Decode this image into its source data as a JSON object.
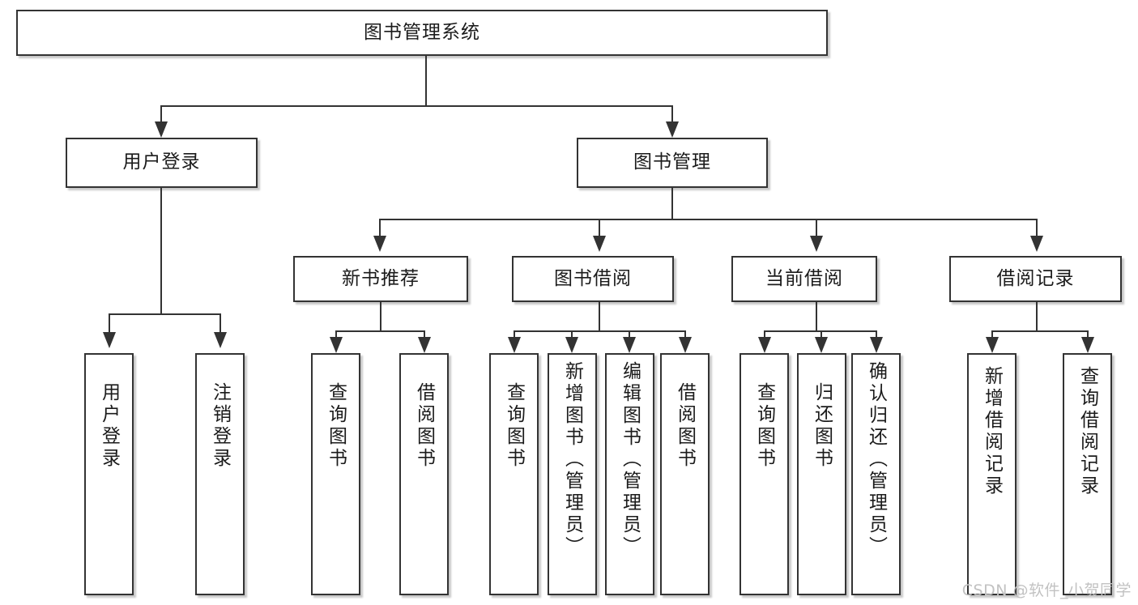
{
  "diagram": {
    "title_node": {
      "label": "图书管理系统"
    },
    "level1": [
      {
        "id": "user-login",
        "label": "用户登录"
      },
      {
        "id": "book-management",
        "label": "图书管理"
      }
    ],
    "level2": [
      {
        "id": "new-book-recommend",
        "label": "新书推荐"
      },
      {
        "id": "book-borrow",
        "label": "图书借阅"
      },
      {
        "id": "current-borrow",
        "label": "当前借阅"
      },
      {
        "id": "borrow-record",
        "label": "借阅记录"
      }
    ],
    "leaves": {
      "user_login": [
        {
          "id": "leaf-user-login",
          "label": "用户登录"
        },
        {
          "id": "leaf-logout-login",
          "label": "注销登录"
        }
      ],
      "new_book_recommend": [
        {
          "id": "leaf-query-book-1",
          "label": "查询图书"
        },
        {
          "id": "leaf-borrow-book-1",
          "label": "借阅图书"
        }
      ],
      "book_borrow": [
        {
          "id": "leaf-query-book-2",
          "label": "查询图书"
        },
        {
          "id": "leaf-add-book",
          "label": "新增图书（管理员）"
        },
        {
          "id": "leaf-edit-book",
          "label": "编辑图书（管理员）"
        },
        {
          "id": "leaf-borrow-book-2",
          "label": "借阅图书"
        }
      ],
      "current_borrow": [
        {
          "id": "leaf-query-book-3",
          "label": "查询图书"
        },
        {
          "id": "leaf-return-book",
          "label": "归还图书"
        },
        {
          "id": "leaf-confirm-return",
          "label": "确认归还（管理员）"
        }
      ],
      "borrow_record": [
        {
          "id": "leaf-add-record",
          "label": "新增借阅记录"
        },
        {
          "id": "leaf-query-record",
          "label": "查询借阅记录"
        }
      ]
    }
  },
  "watermark": {
    "text": "CSDN @软件_小贺同学"
  },
  "colors": {
    "line": "#333333",
    "box_fill": "#ffffff",
    "text": "#1b1b1b",
    "watermark": "#c2c2c2"
  }
}
